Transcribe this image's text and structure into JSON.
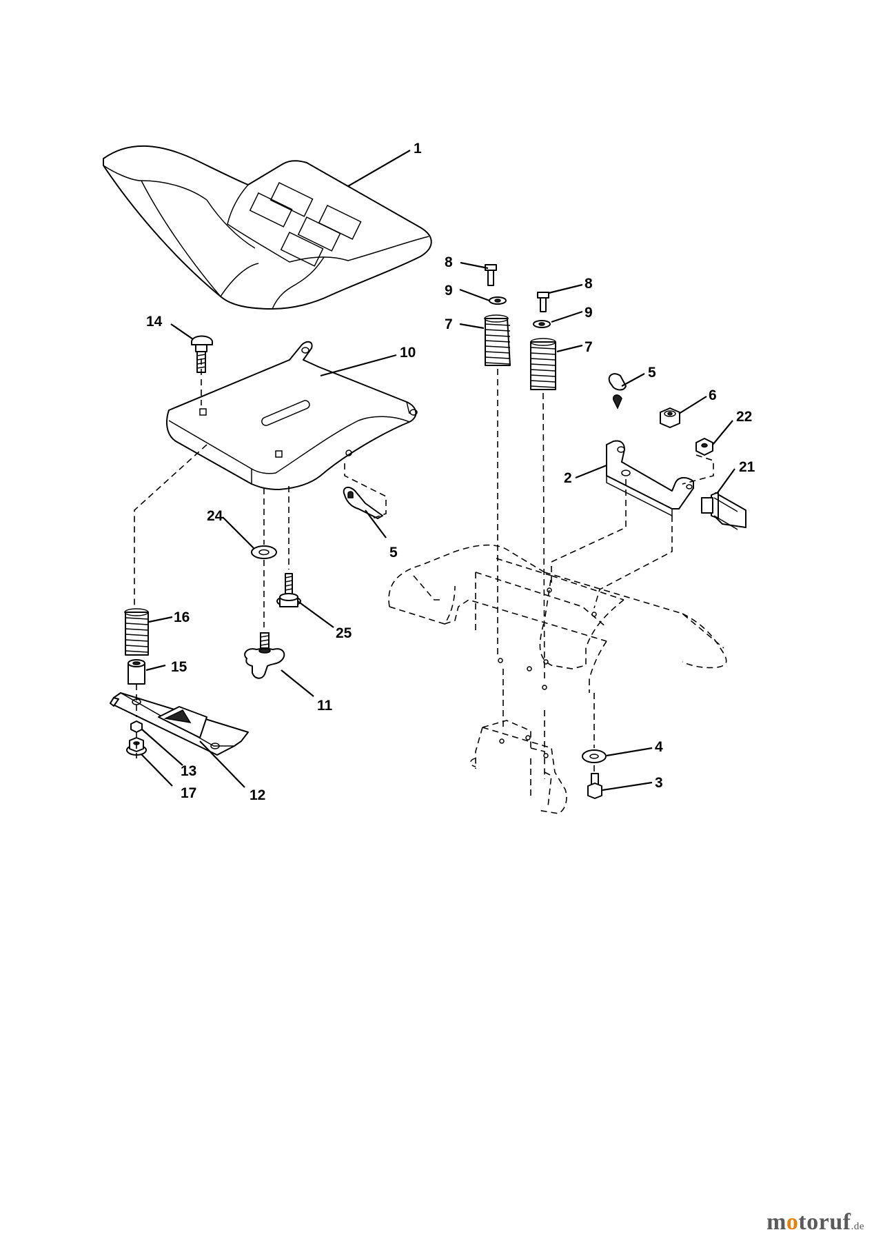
{
  "callouts": [
    {
      "id": "c1",
      "text": "1"
    },
    {
      "id": "c8a",
      "text": "8"
    },
    {
      "id": "c9a",
      "text": "9"
    },
    {
      "id": "c7a",
      "text": "7"
    },
    {
      "id": "c8b",
      "text": "8"
    },
    {
      "id": "c9b",
      "text": "9"
    },
    {
      "id": "c7b",
      "text": "7"
    },
    {
      "id": "c14",
      "text": "14"
    },
    {
      "id": "c10",
      "text": "10"
    },
    {
      "id": "c5a",
      "text": "5"
    },
    {
      "id": "c6",
      "text": "6"
    },
    {
      "id": "c22",
      "text": "22"
    },
    {
      "id": "c21",
      "text": "21"
    },
    {
      "id": "c2",
      "text": "2"
    },
    {
      "id": "c24",
      "text": "24"
    },
    {
      "id": "c5b",
      "text": "5"
    },
    {
      "id": "c16",
      "text": "16"
    },
    {
      "id": "c25",
      "text": "25"
    },
    {
      "id": "c15",
      "text": "15"
    },
    {
      "id": "c11",
      "text": "11"
    },
    {
      "id": "c4",
      "text": "4"
    },
    {
      "id": "c3",
      "text": "3"
    },
    {
      "id": "c13",
      "text": "13"
    },
    {
      "id": "c12",
      "text": "12"
    },
    {
      "id": "c17",
      "text": "17"
    }
  ],
  "watermark": {
    "part1": "m",
    "part2": "o",
    "part3": "toruf",
    "suffix": ".de"
  }
}
